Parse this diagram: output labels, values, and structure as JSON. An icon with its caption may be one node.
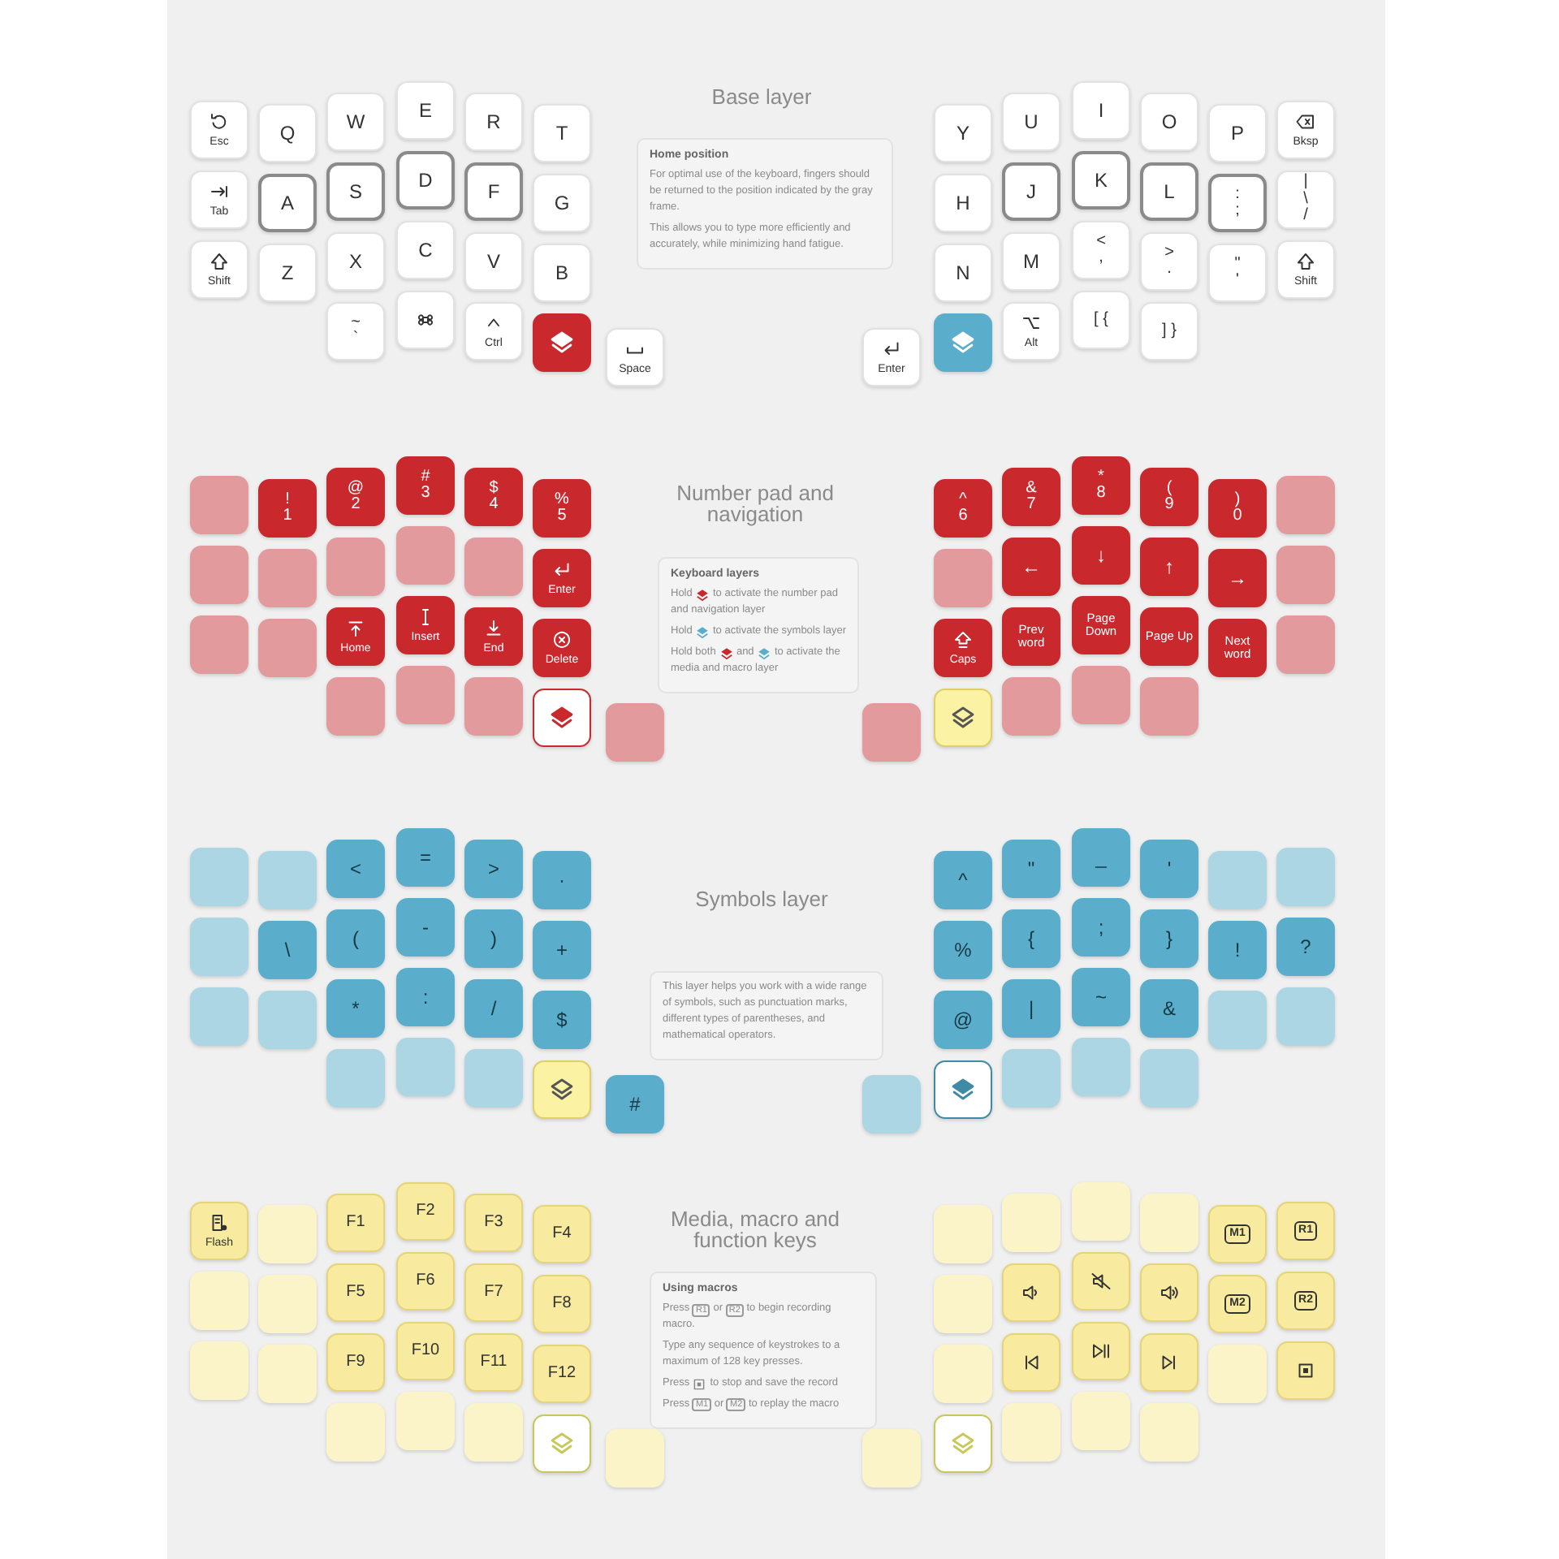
{
  "diagram": {
    "nodes": [
      {
        "text": [
          "Esc"
        ]
      },
      {
        "text": [
          "Q"
        ]
      },
      {
        "text": [
          "W"
        ]
      },
      {
        "text": [
          "E"
        ]
      },
      {
        "text": [
          "R"
        ]
      },
      {
        "text": [
          "T"
        ]
      },
      {
        "text": [
          "Y"
        ]
      },
      {
        "text": [
          "U"
        ]
      },
      {
        "text": [
          "I"
        ]
      },
      {
        "text": [
          "O"
        ]
      },
      {
        "text": [
          "P"
        ]
      },
      {
        "text": [
          "Bksp"
        ]
      },
      {
        "text": [
          "Tab"
        ]
      },
      {
        "text": [
          "A"
        ]
      },
      {
        "text": [
          "S"
        ]
      },
      {
        "text": [
          "D"
        ]
      },
      {
        "text": [
          "F"
        ]
      },
      {
        "text": [
          "G"
        ]
      },
      {
        "text": [
          "H"
        ]
      },
      {
        "text": [
          "J"
        ]
      },
      {
        "text": [
          "K"
        ]
      },
      {
        "text": [
          "L"
        ]
      },
      {
        "text": [
          ":",
          ";"
        ]
      },
      {
        "text": [
          "|",
          "\\",
          "/"
        ]
      },
      {
        "text": [
          "Shift"
        ]
      },
      {
        "text": [
          "Z"
        ]
      },
      {
        "text": [
          "X"
        ]
      },
      {
        "text": [
          "C"
        ]
      },
      {
        "text": [
          "V"
        ]
      },
      {
        "text": [
          "B"
        ]
      },
      {
        "text": [
          "N"
        ]
      },
      {
        "text": [
          "M"
        ]
      },
      {
        "text": [
          "<",
          ","
        ]
      },
      {
        "text": [
          ">",
          "."
        ]
      },
      {
        "text": [
          "\"",
          "'"
        ]
      },
      {
        "text": [
          "Shift"
        ]
      },
      {
        "text": [
          "~",
          "`"
        ]
      },
      {
        "text": [],
        "shape": "box"
      },
      {
        "text": [
          "Ctrl"
        ]
      },
      {
        "text": [],
        "shape": "box"
      },
      {
        "text": [
          "Space"
        ]
      },
      {
        "text": [
          "Enter"
        ]
      },
      {
        "text": [],
        "shape": "box"
      },
      {
        "text": [
          "Alt"
        ]
      },
      {
        "text": [
          "[ {"
        ]
      },
      {
        "text": [
          "] }"
        ]
      },
      {
        "text": [
          "Home position",
          "For optimal use of the keyboard, fingers should be returned to the position indicated by the gray frame.",
          "This allows you to type more efficiently and accurately, while minimizing hand fatigue."
        ]
      },
      {
        "text": [],
        "shape": "box"
      },
      {
        "text": [
          "!",
          "1"
        ]
      },
      {
        "text": [
          "@",
          "2"
        ]
      },
      {
        "text": [
          "#",
          "3"
        ]
      },
      {
        "text": [
          "$",
          "4"
        ]
      },
      {
        "text": [
          "%",
          "5"
        ]
      },
      {
        "text": [
          "^",
          "6"
        ]
      },
      {
        "text": [
          "&",
          "7"
        ]
      },
      {
        "text": [
          "*",
          "8"
        ]
      },
      {
        "text": [
          "(",
          "9"
        ]
      },
      {
        "text": [
          ")",
          "0"
        ]
      },
      {
        "text": [],
        "shape": "box"
      },
      {
        "text": [],
        "shape": "box"
      },
      {
        "text": [],
        "shape": "box"
      },
      {
        "text": [],
        "shape": "box"
      },
      {
        "text": [],
        "shape": "box"
      },
      {
        "text": [],
        "shape": "box"
      },
      {
        "text": [
          "Enter"
        ]
      },
      {
        "text": [],
        "shape": "box"
      },
      {
        "text": [
          "←"
        ]
      },
      {
        "text": [
          "↓"
        ]
      },
      {
        "text": [
          "↑"
        ]
      },
      {
        "text": [
          "→"
        ]
      },
      {
        "text": [],
        "shape": "box"
      },
      {
        "text": [],
        "shape": "box"
      },
      {
        "text": [],
        "shape": "box"
      },
      {
        "text": [
          "Home"
        ]
      },
      {
        "text": [
          "Insert"
        ]
      },
      {
        "text": [
          "End"
        ]
      },
      {
        "text": [
          "Delete"
        ]
      },
      {
        "text": [
          "Caps"
        ]
      },
      {
        "text": [
          "Prev word"
        ]
      },
      {
        "text": [
          "Page Down"
        ]
      },
      {
        "text": [
          "Page Up"
        ]
      },
      {
        "text": [
          "Next word"
        ]
      },
      {
        "text": [],
        "shape": "box"
      },
      {
        "text": [],
        "shape": "box"
      },
      {
        "text": [],
        "shape": "box"
      },
      {
        "text": [],
        "shape": "box"
      },
      {
        "text": [],
        "shape": "box"
      },
      {
        "text": [],
        "shape": "box"
      },
      {
        "text": [],
        "shape": "box"
      },
      {
        "text": [],
        "shape": "box"
      },
      {
        "text": [],
        "shape": "box"
      },
      {
        "text": [],
        "shape": "box"
      },
      {
        "text": [],
        "shape": "box"
      },
      {
        "text": [
          "Keyboard layers",
          "Hold",
          "to activate the number pad and navigation layer",
          "Hold",
          "to activate the symbols layer",
          "Hold both",
          "and",
          "to activate the media and macro layer"
        ]
      },
      {
        "text": [],
        "shape": "box"
      },
      {
        "text": [],
        "shape": "box"
      },
      {
        "text": [
          "<"
        ]
      },
      {
        "text": [
          "="
        ]
      },
      {
        "text": [
          ">"
        ]
      },
      {
        "text": [
          "·"
        ]
      },
      {
        "text": [
          "^"
        ]
      },
      {
        "text": [
          "\""
        ]
      },
      {
        "text": [
          "_"
        ]
      },
      {
        "text": [
          "'"
        ]
      },
      {
        "text": [],
        "shape": "box"
      },
      {
        "text": [],
        "shape": "box"
      },
      {
        "text": [],
        "shape": "box"
      },
      {
        "text": [
          "\\"
        ]
      },
      {
        "text": [
          "("
        ]
      },
      {
        "text": [
          "-"
        ]
      },
      {
        "text": [
          ")"
        ]
      },
      {
        "text": [
          "+"
        ]
      },
      {
        "text": [
          "%"
        ]
      },
      {
        "text": [
          "{"
        ]
      },
      {
        "text": [
          ";"
        ]
      },
      {
        "text": [
          "}"
        ]
      },
      {
        "text": [
          "!"
        ]
      },
      {
        "text": [
          "?"
        ]
      },
      {
        "text": [],
        "shape": "box"
      },
      {
        "text": [],
        "shape": "box"
      },
      {
        "text": [
          "*"
        ]
      },
      {
        "text": [
          ":"
        ]
      },
      {
        "text": [
          "/"
        ]
      },
      {
        "text": [
          "$"
        ]
      },
      {
        "text": [
          "@"
        ]
      },
      {
        "text": [
          "|"
        ]
      },
      {
        "text": [
          "~"
        ]
      },
      {
        "text": [
          "&"
        ]
      },
      {
        "text": [],
        "shape": "box"
      },
      {
        "text": [],
        "shape": "box"
      },
      {
        "text": [],
        "shape": "box"
      },
      {
        "text": [],
        "shape": "box"
      },
      {
        "text": [],
        "shape": "box"
      },
      {
        "text": [],
        "shape": "box"
      },
      {
        "text": [
          "#"
        ]
      },
      {
        "text": [],
        "shape": "box"
      },
      {
        "text": [],
        "shape": "box"
      },
      {
        "text": [],
        "shape": "box"
      },
      {
        "text": [],
        "shape": "box"
      },
      {
        "text": [],
        "shape": "box"
      },
      {
        "text": [
          "This layer helps you work with a wide range of symbols, such as punctuation marks, different types of parentheses, and mathematical operators."
        ]
      },
      {
        "text": [
          "Flash"
        ]
      },
      {
        "text": [],
        "shape": "box"
      },
      {
        "text": [
          "F1"
        ]
      },
      {
        "text": [
          "F2"
        ]
      },
      {
        "text": [
          "F3"
        ]
      },
      {
        "text": [
          "F4"
        ]
      },
      {
        "text": [],
        "shape": "box"
      },
      {
        "text": [],
        "shape": "box"
      },
      {
        "text": [],
        "shape": "box"
      },
      {
        "text": [],
        "shape": "box"
      },
      {
        "text": [
          "M1"
        ]
      },
      {
        "text": [
          "R1"
        ]
      },
      {
        "text": [],
        "shape": "box"
      },
      {
        "text": [],
        "shape": "box"
      },
      {
        "text": [
          "F5"
        ]
      },
      {
        "text": [
          "F6"
        ]
      },
      {
        "text": [
          "F7"
        ]
      },
      {
        "text": [
          "F8"
        ]
      },
      {
        "text": [],
        "shape": "box"
      },
      {
        "text": [],
        "shape": "box"
      },
      {
        "text": [],
        "shape": "box"
      },
      {
        "text": [],
        "shape": "box"
      },
      {
        "text": [
          "M2"
        ]
      },
      {
        "text": [
          "R2"
        ]
      },
      {
        "text": [],
        "shape": "box"
      },
      {
        "text": [],
        "shape": "box"
      },
      {
        "text": [
          "F9"
        ]
      },
      {
        "text": [
          "F10"
        ]
      },
      {
        "text": [
          "F11"
        ]
      },
      {
        "text": [
          "F12"
        ]
      },
      {
        "text": [],
        "shape": "box"
      },
      {
        "text": [],
        "shape": "box"
      },
      {
        "text": [],
        "shape": "box"
      },
      {
        "text": [],
        "shape": "box"
      },
      {
        "text": [],
        "shape": "box"
      },
      {
        "text": [],
        "shape": "box"
      },
      {
        "text": [],
        "shape": "box"
      },
      {
        "text": [],
        "shape": "box"
      },
      {
        "text": [],
        "shape": "box"
      },
      {
        "text": [],
        "shape": "box"
      },
      {
        "text": [],
        "shape": "box"
      },
      {
        "text": [],
        "shape": "box"
      },
      {
        "text": [],
        "shape": "box"
      },
      {
        "text": [],
        "shape": "box"
      },
      {
        "text": [],
        "shape": "box"
      },
      {
        "text": [],
        "shape": "box"
      },
      {
        "text": [
          "Using macros",
          "Press",
          "R1",
          "or",
          "R2",
          "to begin recording macro.",
          "Type any sequence of keystrokes to a maximum of 128 key presses.",
          "Press",
          "to stop and save the record",
          "Press",
          "M1",
          "or",
          "M2",
          "to replay the macro"
        ]
      }
    ],
    "labels": [
      "Base layer",
      "Number pad and navigation",
      "Symbols layer",
      "Media, macro and function keys"
    ]
  }
}
